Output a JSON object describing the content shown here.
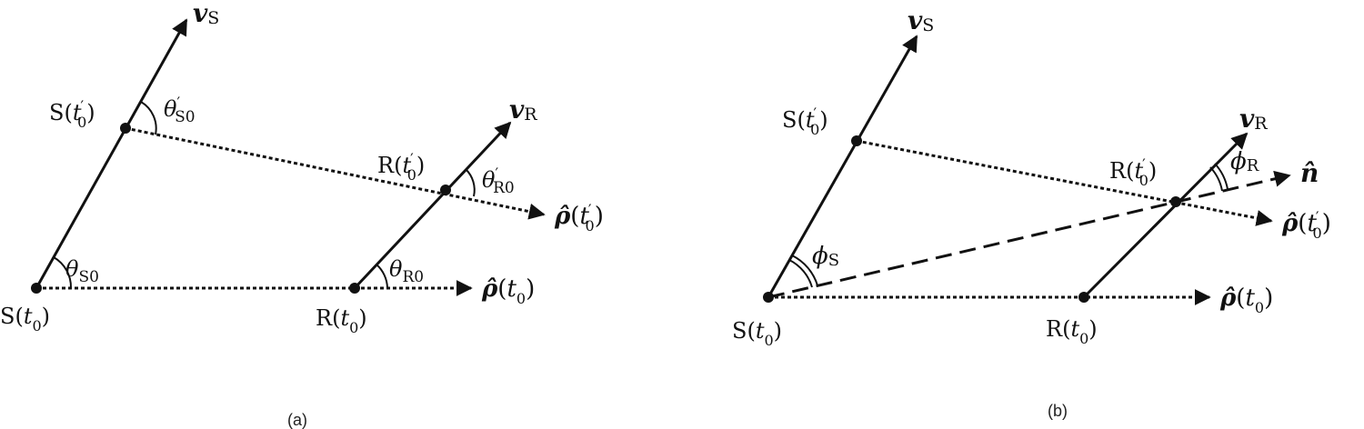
{
  "figure": {
    "panels": [
      {
        "id": "a",
        "caption": "(a)",
        "points": {
          "S_t0": {
            "label_main": "S(",
            "label_var": "t",
            "label_sub": "0",
            "label_end": ")"
          },
          "S_t0p": {
            "label_main": "S(",
            "label_var": "t",
            "label_prime": "′",
            "label_sub": "0",
            "label_end": ")"
          },
          "R_t0": {
            "label_main": "R(",
            "label_var": "t",
            "label_sub": "0",
            "label_end": ")"
          },
          "R_t0p": {
            "label_main": "R(",
            "label_var": "t",
            "label_prime": "′",
            "label_sub": "0",
            "label_end": ")"
          }
        },
        "vectors": {
          "vS": {
            "sym": "v",
            "sub": "S"
          },
          "vR": {
            "sym": "v",
            "sub": "R"
          },
          "rho_t0": {
            "sym": "ρ̂",
            "arg_open": "(",
            "arg_var": "t",
            "arg_sub": "0",
            "arg_close": ")"
          },
          "rho_t0p": {
            "sym": "ρ̂",
            "arg_open": "(",
            "arg_var": "t",
            "arg_prime": "′",
            "arg_sub": "0",
            "arg_close": ")"
          }
        },
        "angles": {
          "theta_S0": {
            "sym": "θ",
            "sub": "S0"
          },
          "theta_S0p": {
            "sym": "θ",
            "prime": "′",
            "sub": "S0"
          },
          "theta_R0": {
            "sym": "θ",
            "sub": "R0"
          },
          "theta_R0p": {
            "sym": "θ",
            "prime": "′",
            "sub": "R0"
          }
        }
      },
      {
        "id": "b",
        "caption": "(b)",
        "points": {
          "S_t0": {
            "label_main": "S(",
            "label_var": "t",
            "label_sub": "0",
            "label_end": ")"
          },
          "S_t0p": {
            "label_main": "S(",
            "label_var": "t",
            "label_prime": "′",
            "label_sub": "0",
            "label_end": ")"
          },
          "R_t0": {
            "label_main": "R(",
            "label_var": "t",
            "label_sub": "0",
            "label_end": ")"
          },
          "R_t0p": {
            "label_main": "R(",
            "label_var": "t",
            "label_prime": "′",
            "label_sub": "0",
            "label_end": ")"
          }
        },
        "vectors": {
          "vS": {
            "sym": "v",
            "sub": "S"
          },
          "vR": {
            "sym": "v",
            "sub": "R"
          },
          "n_hat": {
            "sym": "n̂"
          },
          "rho_t0": {
            "sym": "ρ̂",
            "arg_open": "(",
            "arg_var": "t",
            "arg_sub": "0",
            "arg_close": ")"
          },
          "rho_t0p": {
            "sym": "ρ̂",
            "arg_open": "(",
            "arg_var": "t",
            "arg_prime": "′",
            "arg_sub": "0",
            "arg_close": ")"
          }
        },
        "angles": {
          "phi_S": {
            "sym": "ϕ",
            "sub": "S"
          },
          "phi_R": {
            "sym": "ϕ",
            "sub": "R"
          }
        }
      }
    ],
    "colors": {
      "ink": "#111111",
      "background": "#ffffff"
    }
  }
}
